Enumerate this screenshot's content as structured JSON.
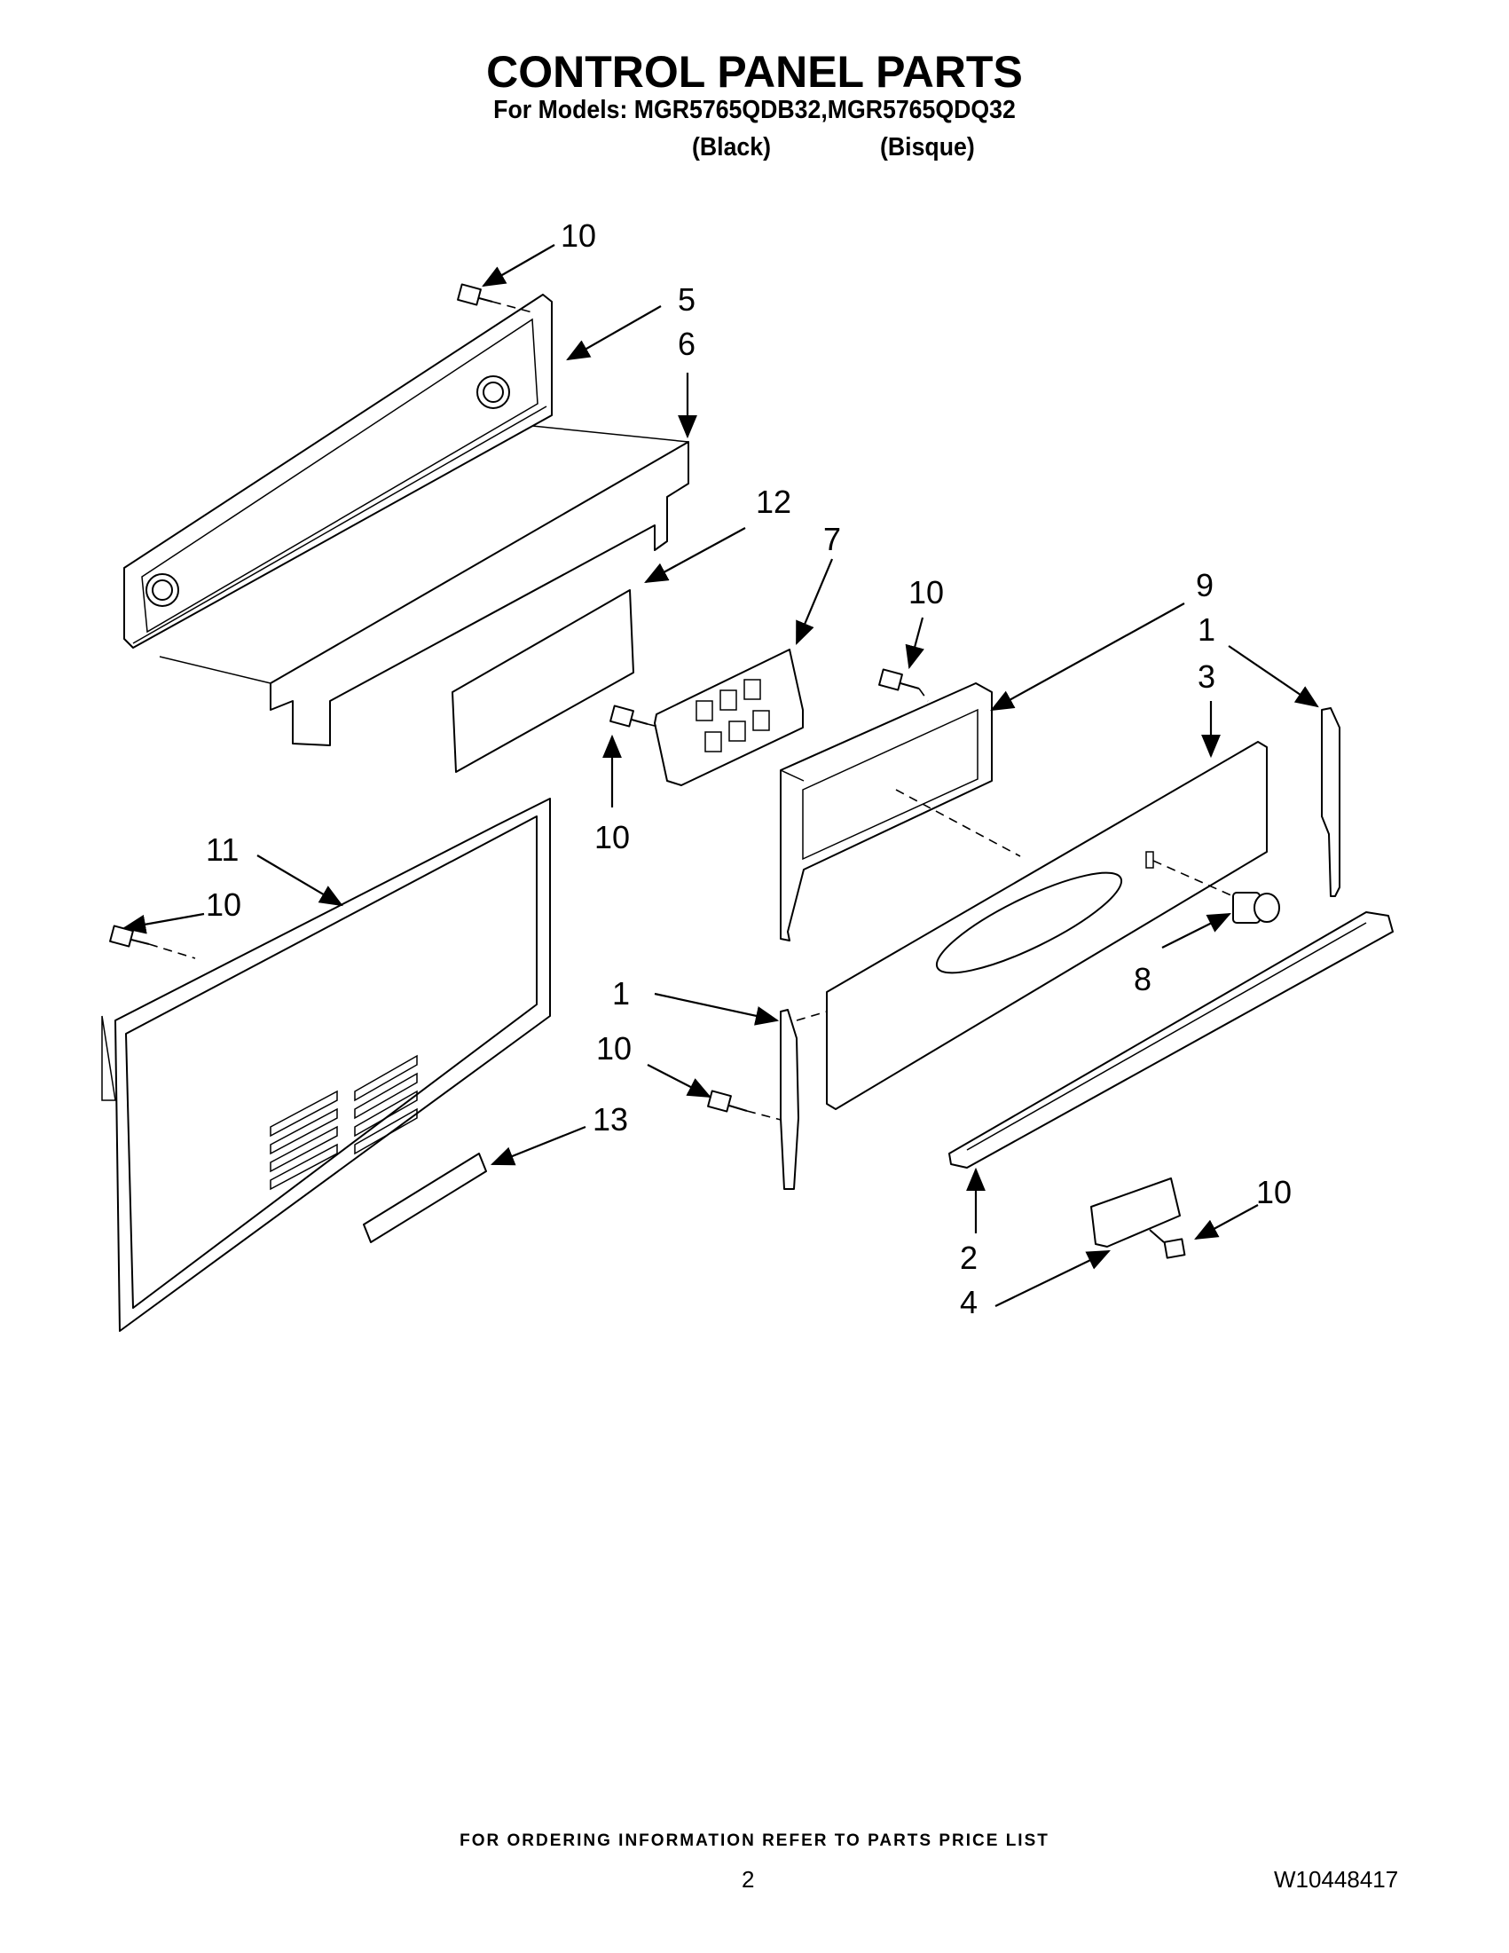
{
  "header": {
    "title": "CONTROL PANEL PARTS",
    "models_line": "For Models: MGR5765QDB32,MGR5765QDQ32",
    "color_black": "(Black)",
    "color_bisque": "(Bisque)"
  },
  "callouts": {
    "c10_top": "10",
    "c5": "5",
    "c6": "6",
    "c12": "12",
    "c7": "7",
    "c10_mid": "10",
    "c9": "9",
    "c1_right": "1",
    "c3": "3",
    "c10_left_clock": "10",
    "c11": "11",
    "c10_left_panel": "10",
    "c8": "8",
    "c1_left": "1",
    "c10_bracket": "10",
    "c13": "13",
    "c10_switch": "10",
    "c2": "2",
    "c4": "4"
  },
  "footer": {
    "ordering_note": "FOR ORDERING INFORMATION REFER TO PARTS PRICE LIST",
    "page_number": "2",
    "document_number": "W10448417"
  }
}
